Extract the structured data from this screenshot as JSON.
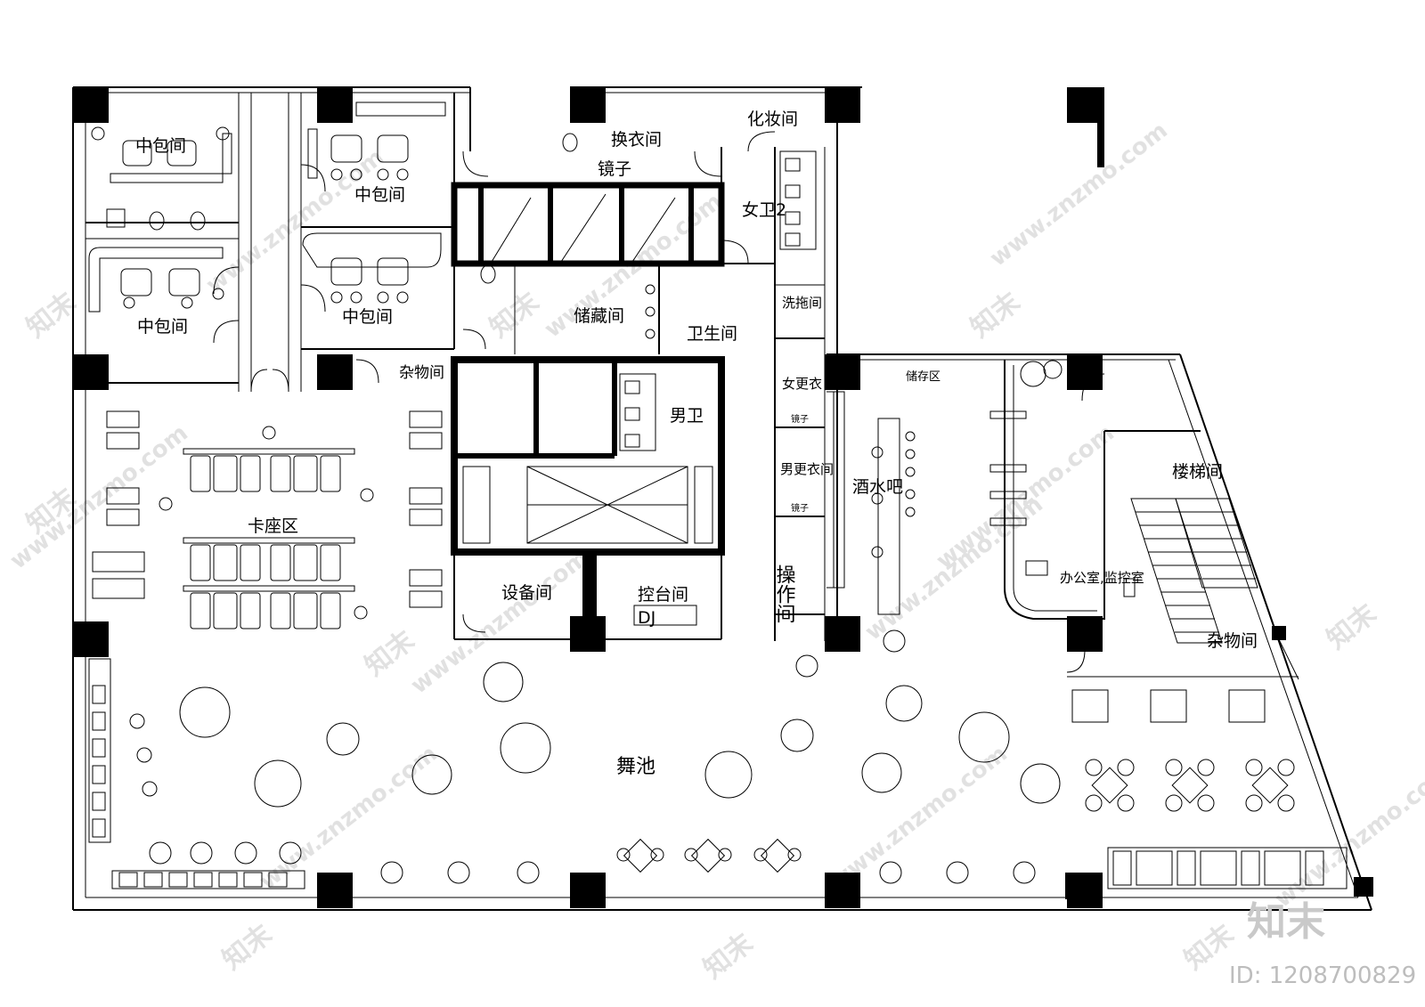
{
  "rooms": {
    "vip_room_1": "中包间",
    "vip_room_2": "中包间",
    "vip_room_3": "中包间",
    "vip_room_4": "中包间",
    "changing_room": "换衣间",
    "makeup_room": "化妆间",
    "mirror": "镜子",
    "womens_toilet_2": "女卫2",
    "storage_room": "储藏间",
    "restroom": "卫生间",
    "mop_room": "洗拖间",
    "sundries_room_1": "杂物间",
    "mens_toilet": "男卫",
    "womens_locker": "女更衣",
    "mirror_small_1": "镜子",
    "mens_locker": "男更衣间",
    "mirror_small_2": "镜子",
    "operation_room": "操作间",
    "storage_area": "储存区",
    "bar": "酒水吧",
    "booth_area": "卡座区",
    "equipment_room": "设备间",
    "console_room": "控台间",
    "dj": "DJ",
    "staircase": "楼梯间",
    "office_monitor": "办公室,监控室",
    "sundries_room_2": "杂物间",
    "dance_floor": "舞池"
  },
  "watermark": {
    "logo_text": "知末",
    "id_text": "ID: 1208700829",
    "site": "www.znzmo.com"
  }
}
